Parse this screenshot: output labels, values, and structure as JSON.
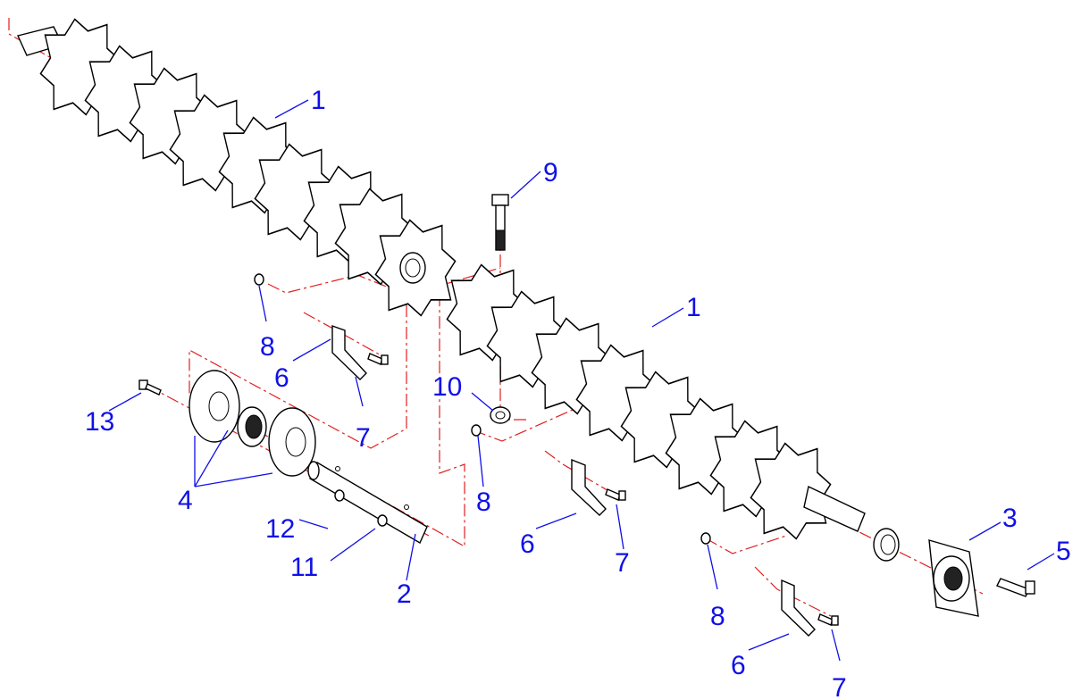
{
  "callouts": [
    {
      "id": "c1a",
      "text": "1"
    },
    {
      "id": "c1b",
      "text": "1"
    },
    {
      "id": "c2",
      "text": "2"
    },
    {
      "id": "c3",
      "text": "3"
    },
    {
      "id": "c4",
      "text": "4"
    },
    {
      "id": "c5",
      "text": "5"
    },
    {
      "id": "c6a",
      "text": "6"
    },
    {
      "id": "c6b",
      "text": "6"
    },
    {
      "id": "c6c",
      "text": "6"
    },
    {
      "id": "c7a",
      "text": "7"
    },
    {
      "id": "c7b",
      "text": "7"
    },
    {
      "id": "c7c",
      "text": "7"
    },
    {
      "id": "c8a",
      "text": "8"
    },
    {
      "id": "c8b",
      "text": "8"
    },
    {
      "id": "c8c",
      "text": "8"
    },
    {
      "id": "c9",
      "text": "9"
    },
    {
      "id": "c10",
      "text": "10"
    },
    {
      "id": "c11",
      "text": "11"
    },
    {
      "id": "c12",
      "text": "12"
    },
    {
      "id": "c13",
      "text": "13"
    }
  ],
  "colors": {
    "callout": "#1010e8",
    "centerline": "#e02020",
    "linework": "#000000"
  }
}
